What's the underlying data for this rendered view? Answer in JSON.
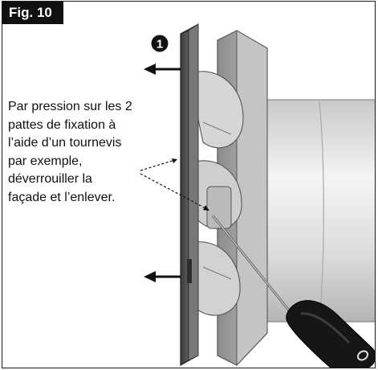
{
  "figure": {
    "label": "Fig. 10",
    "step_marker": "1",
    "caption_lines": [
      "Par pression sur les 2",
      "pattes de fixation à",
      "l’aide d’un tournevis",
      "par exemple,",
      "déverrouiller la",
      "façade et l’enlever."
    ]
  },
  "colors": {
    "ink": "#111111",
    "panel": "#4a4a4a",
    "duct": "#e6e6e6",
    "handle": "#1a1a1a"
  }
}
